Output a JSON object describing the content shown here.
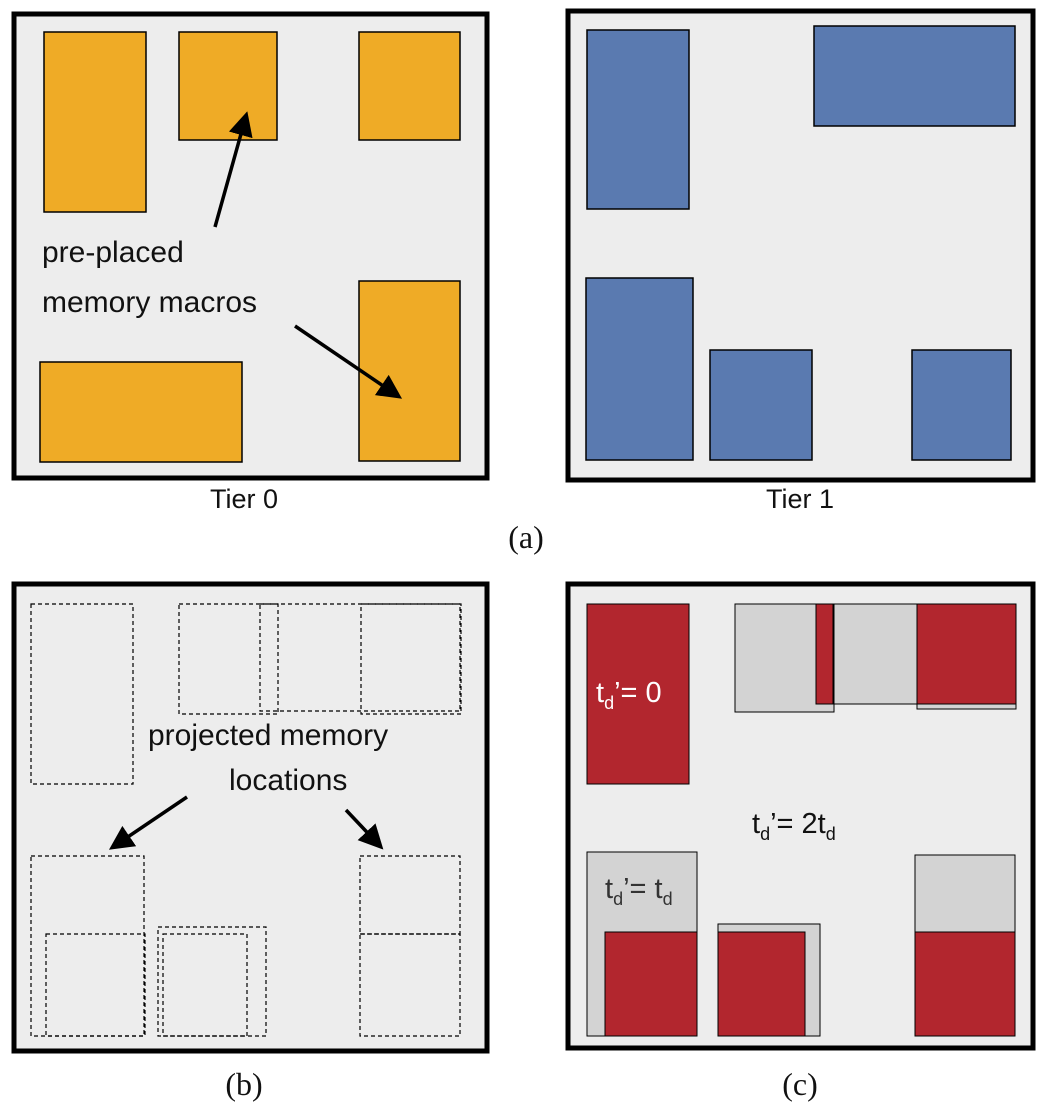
{
  "colors": {
    "panel_fill": "#ededed",
    "panel_border": "#000000",
    "tier0_macro": "#efab26",
    "tier1_macro": "#5a7ab0",
    "overlap_red": "#b2262e",
    "overlap_gray": "#d3d3d3",
    "text_white": "#ffffff"
  },
  "figure": {
    "subfig_a": "(a)",
    "subfig_b": "(b)",
    "subfig_c": "(c)"
  },
  "panel_a": {
    "tier0_label": "Tier 0",
    "tier1_label": "Tier 1",
    "annotation_line1": "pre-placed",
    "annotation_line2": "memory macros"
  },
  "panel_b": {
    "annotation_line1": "projected memory",
    "annotation_line2": "locations"
  },
  "panel_c": {
    "label_zero": {
      "t": "t",
      "sub": "d",
      "prime": "’",
      "eq": "= 0"
    },
    "label_two": {
      "t": "t",
      "sub": "d",
      "prime": "’",
      "eq": "= 2t",
      "sub2": "d"
    },
    "label_one": {
      "t": "t",
      "sub": "d",
      "prime": "’",
      "eq": "= t",
      "sub2": "d"
    }
  }
}
